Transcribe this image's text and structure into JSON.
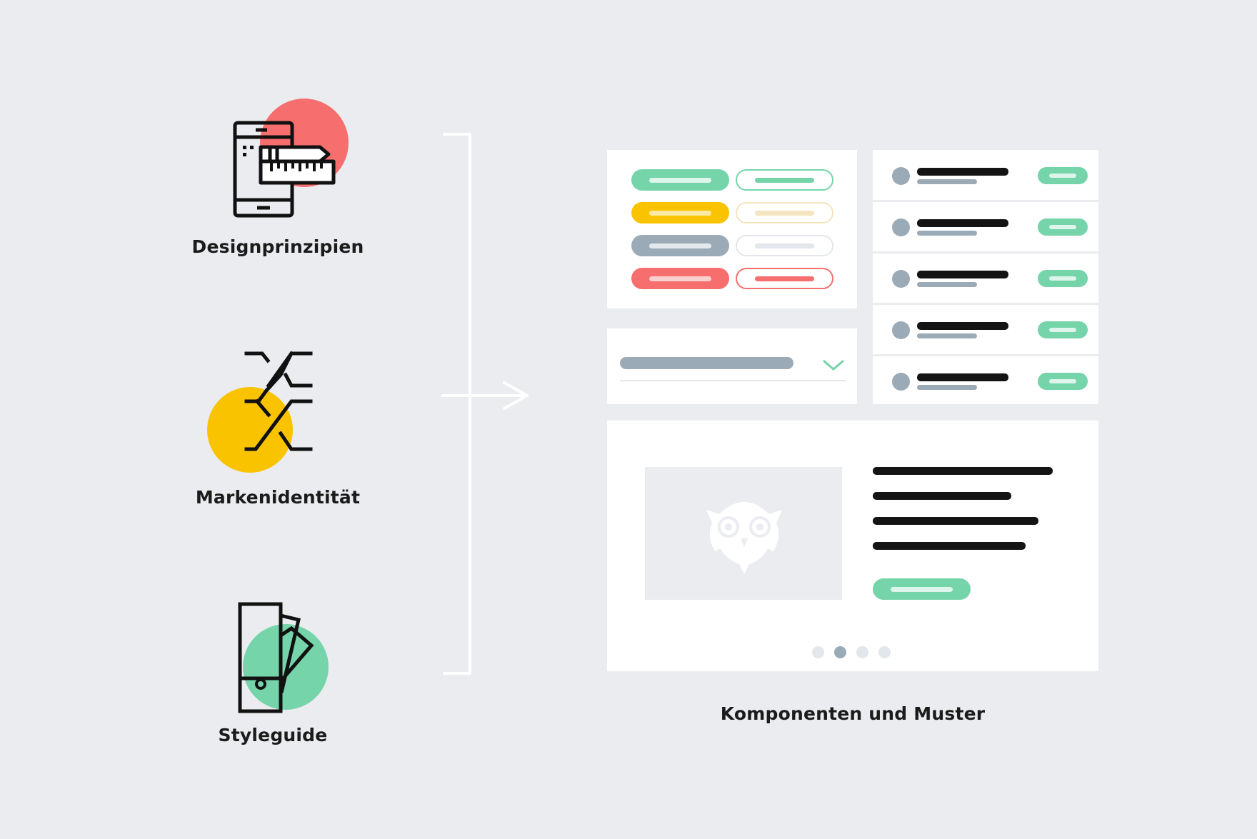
{
  "left_items": [
    {
      "label": "Designprinzipien",
      "icon": "phone-pencil-ruler-icon",
      "accent": "#F76E6E"
    },
    {
      "label": "Markenidentität",
      "icon": "crossing-arrows-icon",
      "accent": "#F9C300"
    },
    {
      "label": "Styleguide",
      "icon": "color-swatch-fan-icon",
      "accent": "#75D4AA"
    }
  ],
  "right_caption": "Komponenten und Muster",
  "colors": {
    "background": "#EBECEF",
    "green": "#75D4AA",
    "yellow": "#F9C300",
    "gray": "#9AAAB6",
    "red": "#F76E6E",
    "dark": "#141414"
  },
  "carousel": {
    "dots": 4,
    "active_index": 1
  }
}
